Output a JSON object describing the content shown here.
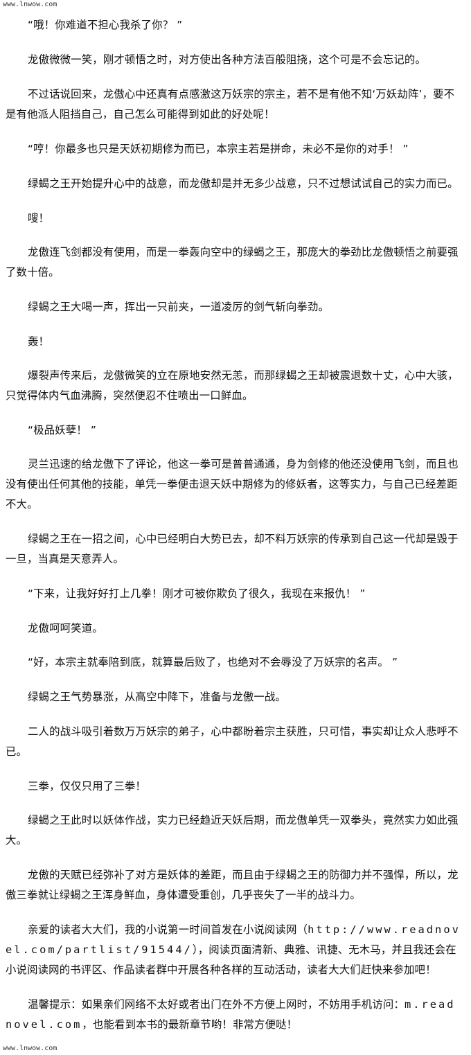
{
  "watermark": {
    "top": "www.lnwow.com",
    "bottom": "www.lnwow.com"
  },
  "paragraphs": [
    "“哦！你难道不担心我杀了你？ ”",
    "龙傲微微一笑，刚才顿悟之时，对方使出各种方法百般阻挠，这个可是不会忘记的。",
    "不过话说回来，龙傲心中还真有点感激这万妖宗的宗主，若不是有他不知‘万妖劫阵’，要不是有他派人阻挡自己，自己怎么可能得到如此的好处呢！",
    "“哼！你最多也只是天妖初期修为而已，本宗主若是拼命，未必不是你的对手！ ”",
    "绿蝎之王开始提升心中的战意，而龙傲却是并无多少战意，只不过想试试自己的实力而已。",
    "嗖！",
    "龙傲连飞剑都没有使用，而是一拳轰向空中的绿蝎之王，那庞大的拳劲比龙傲顿悟之前要强了数十倍。",
    "绿蝎之王大喝一声，挥出一只前夹，一道凌厉的剑气斩向拳劲。",
    "轰！",
    "爆裂声传来后，龙傲微笑的立在原地安然无恙，而那绿蝎之王却被震退数十丈，心中大骇，只觉得体内气血沸腾，突然便忍不住喷出一口鲜血。",
    "“极品妖孽！ ”",
    "灵兰迅速的给龙傲下了评论，他这一拳可是普普通通，身为剑修的他还没使用飞剑，而且也没有使出任何其他的技能，单凭一拳便击退天妖中期修为的修妖者，这等实力，与自己已经差距不大。",
    "绿蝎之王在一招之间，心中已经明白大势已去，却不料万妖宗的传承到自己这一代却是毁于一旦，当真是天意弄人。",
    "“下来，让我好好打上几拳！刚才可被你欺负了很久，我现在来报仇！ ”",
    "龙傲呵呵笑道。",
    "“好，本宗主就奉陪到底，就算最后败了，也绝对不会辱没了万妖宗的名声。 ”",
    "绿蝎之王气势暴涨，从高空中降下，准备与龙傲一战。",
    "二人的战斗吸引着数万万妖宗的弟子，心中都盼着宗主获胜，只可惜，事实却让众人悲呼不已。",
    "三拳，仅仅只用了三拳！",
    "绿蝎之王此时以妖体作战，实力已经趋近天妖后期，而龙傲单凭一双拳头，竟然实力如此强大。",
    "龙傲的天赋已经弥补了对方是妖体的差距，而且由于绿蝎之王的防御力并不强悍，所以，龙傲三拳就让绿蝎之王浑身鲜血，身体遭受重创，几乎丧失了一半的战斗力。"
  ],
  "promo": {
    "prefix": "亲爱的读者大大们，我的小说第一时间首发在小说阅读网（",
    "link": "http://www.readnovel.com/partlist/91544/",
    "suffix": "），阅读页面清新、典雅、讯捷、无木马，并且我还会在小说阅读网的书评区、作品读者群中开展各种各样的互动活动，读者大大们赶快来参加吧！"
  },
  "tip": {
    "prefix": "温馨提示：如果亲们网络不太好或者出门在外不方便上网时，不妨用手机访问：",
    "link": "m.readnovel.com",
    "suffix": "，也能看到本书的最新章节哟！非常方便哒！"
  }
}
